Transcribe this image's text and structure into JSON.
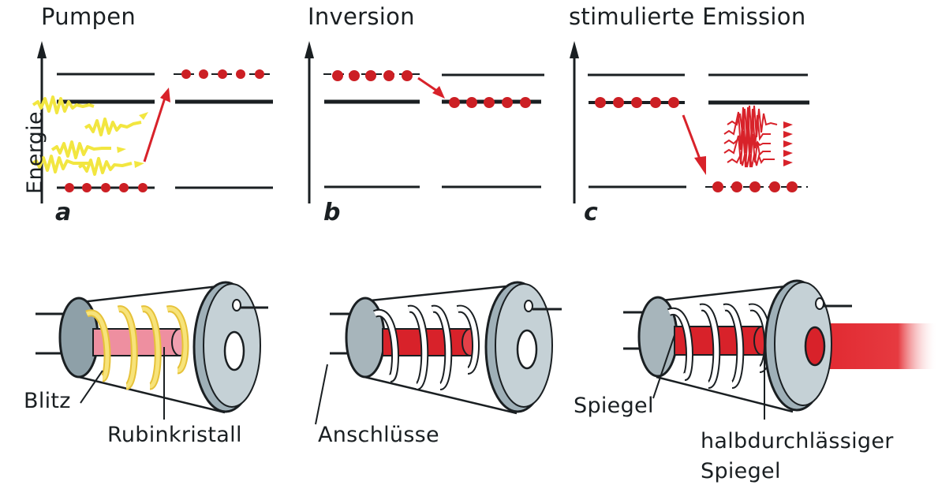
{
  "panels": [
    {
      "letter": "a",
      "title": "Pumpen"
    },
    {
      "letter": "b",
      "title": "Inversion"
    },
    {
      "letter": "c",
      "title": "stimulierte Emission"
    }
  ],
  "y_axis_label": "Energie",
  "laser_labels": {
    "blitz": "Blitz",
    "rubinkristall": "Rubinkristall",
    "anschluesse": "Anschlüsse",
    "spiegel": "Spiegel",
    "halb_line1": "halbdurchlässiger",
    "halb_line2": "Spiegel"
  },
  "colors": {
    "ink": "#1a1f22",
    "electron": "#cc1f24",
    "pump_light": "#f2e640",
    "laser_beam": "#e0252d",
    "ruby_pink": "#ee8fa0",
    "ruby_red": "#d8222a",
    "disc_gray": "#aab8c0"
  },
  "states": {
    "a": {
      "left_occupied_level": "ground",
      "right_occupied_level": "top"
    },
    "b": {
      "left_occupied_level": "top",
      "right_occupied_level": "middle"
    },
    "c": {
      "left_occupied_level": "middle",
      "right_occupied_level": "ground"
    }
  },
  "electrons_per_level": 5
}
